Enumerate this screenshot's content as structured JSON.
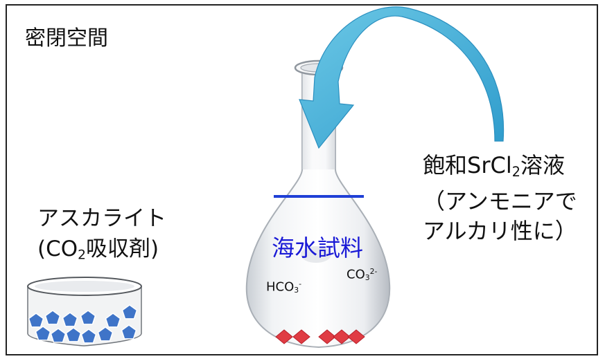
{
  "title": "密閉空間",
  "reagent": {
    "line1_pre": "飽和SrCl",
    "line1_sub": "2",
    "line1_post": "溶液",
    "line2": "（アンモニアで",
    "line3": "アルカリ性に）"
  },
  "absorbent": {
    "line1": "アスカライト",
    "line2_pre": "(CO",
    "line2_sub": "2",
    "line2_post": "吸収剤)"
  },
  "flask": {
    "sample_label": "海水試料",
    "ion_hco3": {
      "base": "HCO",
      "sub": "3",
      "sup": "-"
    },
    "ion_co3": {
      "base": "CO",
      "sub": "3",
      "sup": "2-"
    }
  },
  "colors": {
    "arrow": "#4cb8dc",
    "water_line": "#1f3fd6",
    "sample_text": "#1a1ad6",
    "pentagon": "#3f74c8",
    "precipitate": "#e03c44"
  },
  "icons": [
    "curved-arrow-icon",
    "pentagon-icon",
    "diamond-icon",
    "flask-icon",
    "dish-icon"
  ]
}
